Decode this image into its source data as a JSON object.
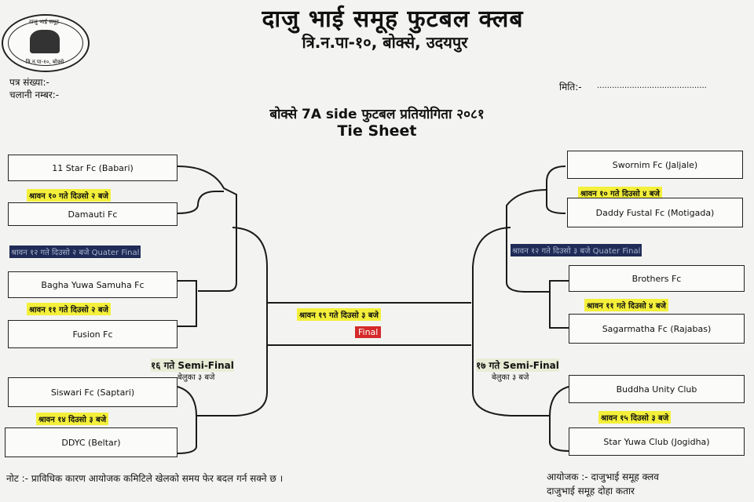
{
  "header": {
    "club_name": "दाजु भाई समूह फुटबल क्लब",
    "address": "त्रि.न.पा-१०, बोक्से, उदयपुर",
    "patra_label": "पत्र संख्या:-",
    "chalani_label": "चलानी नम्बर:-",
    "miti_label": "मिति:-",
    "miti_dots": "............................................"
  },
  "tournament": {
    "title": "बोक्से 7A side फुटबल प्रतियोगिता २०८१",
    "subtitle": "Tie Sheet"
  },
  "left": {
    "match1": {
      "team_a": "11 Star Fc (Babari)",
      "team_b": "Damauti Fc",
      "time": "श्रावन १० गते दिउसो २ बजे"
    },
    "qf_label": "श्रावन १२ गते दिउसो २ बजे Quater Final",
    "match2": {
      "team_a": "Bagha Yuwa Samuha Fc",
      "team_b": "Fusion Fc",
      "time": "श्रावन ११ गते दिउसो २ बजे"
    },
    "semi_label": "१६ गते Semi-Final",
    "semi_time": "बेलुका ३ बजे",
    "match3": {
      "team_a": "Siswari Fc  (Saptari)",
      "team_b": "DDYC  (Beltar)",
      "time": "श्रावन १४ दिउसो ३ बजे"
    }
  },
  "right": {
    "match1": {
      "team_a": "Swornim Fc (Jaljale)",
      "team_b": "Daddy Fustal Fc (Motigada)",
      "time": "श्रावन १० गते दिउसो ४ बजे"
    },
    "qf_label": "श्रावन १२ गते दिउसो ३ बजे Quater Final",
    "match2": {
      "team_a": "Brothers Fc",
      "team_b": "Sagarmatha Fc (Rajabas)",
      "time": "श्रावन ११ गते दिउसो ४ बजे"
    },
    "semi_label": "१७ गते Semi-Final",
    "semi_time": "बेलुका ३ बजे",
    "match3": {
      "team_a": "Buddha Unity Club",
      "team_b": "Star Yuwa Club (Jogidha)",
      "time": "श्रावन १५ दिउसो ३ बजे"
    }
  },
  "final": {
    "time": "श्रावन १९ गते दिउसो ३ बजे",
    "label": "Final"
  },
  "footer": {
    "note": "नोट :- प्राविधिक कारण आयोजक कमिटिले खेलको समय फेर बदल गर्न सक्ने छ ।",
    "organizer_1": "आयोजक :- दाजुभाई समूह क्लव",
    "organizer_2": "दाजुभाई समूह दोहा कतार"
  },
  "logo": {
    "top_text": "दाजु भाई समूह",
    "bottom_text": "त्रि.न.पा-१०, बोक्से"
  }
}
